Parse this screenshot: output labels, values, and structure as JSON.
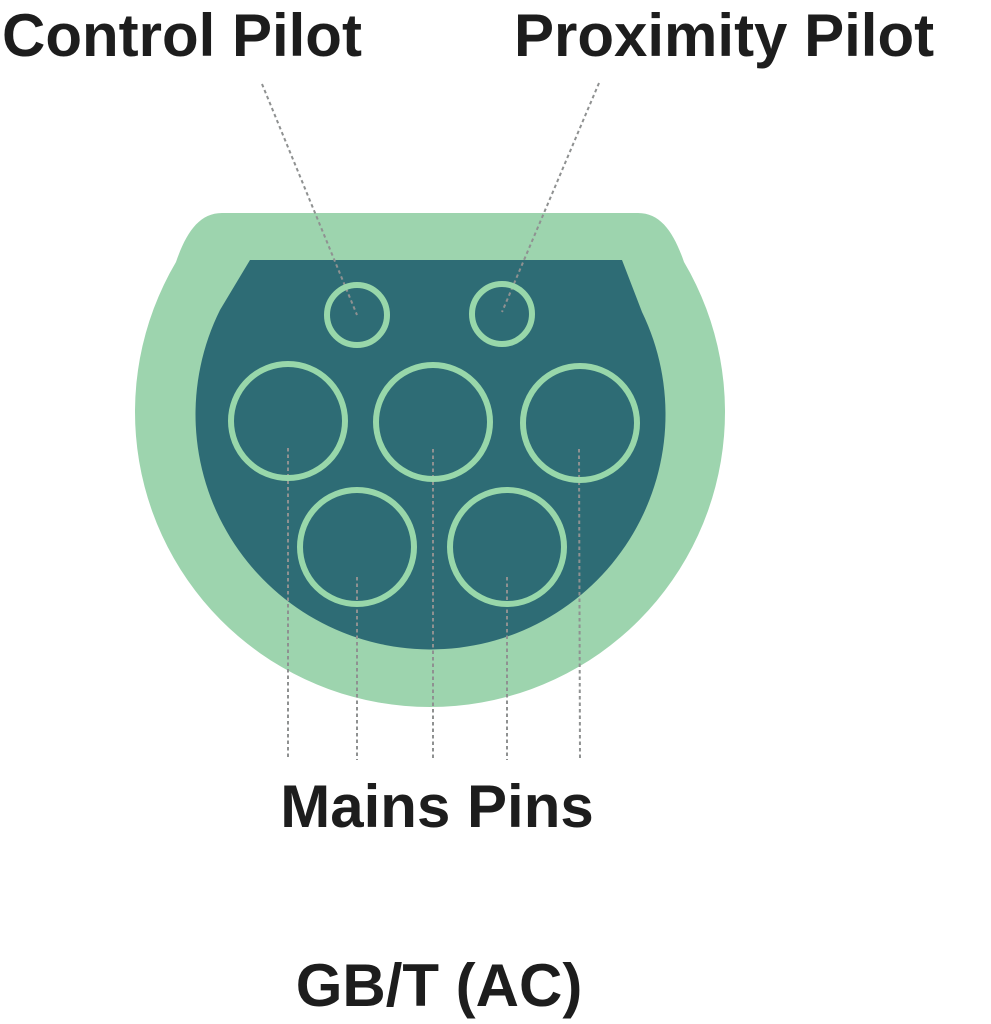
{
  "diagram": {
    "title": "GB/T (AC)",
    "type": "ev-charging-connector-pinout",
    "mains_pin_count": 5,
    "small_pin_count": 2
  },
  "labels": {
    "control_pilot": "Control Pilot",
    "proximity_pilot": "Proximity Pilot",
    "mains_pins": "Mains Pins",
    "connector_type": "GB/T (AC)"
  },
  "colors": {
    "background": "#ffffff",
    "shell_outer": "#9dd4ae",
    "shell_inner": "#2e6c75",
    "pin_ring": "#98d7aa",
    "leader_line": "#8f9191",
    "text": "#1d1d1d"
  }
}
